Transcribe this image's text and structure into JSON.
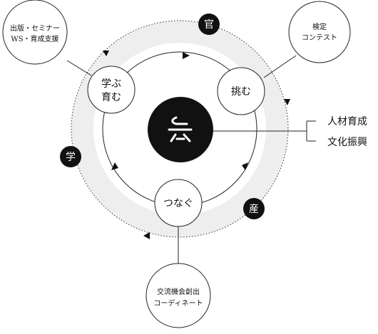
{
  "center": {
    "logo": "diagram-center-logo"
  },
  "nodes": {
    "learn": [
      "学ぶ",
      "育む"
    ],
    "challenge": "挑む",
    "connect": "つなぐ"
  },
  "satellites": {
    "publishing": [
      "出版・セミナー",
      "WS・育成支援"
    ],
    "contest": [
      "検定",
      "コンテスト"
    ],
    "exchange": [
      "交流機会創出",
      "コーディネート"
    ]
  },
  "sectors": {
    "government": "官",
    "academia": "学",
    "industry": "産"
  },
  "outcomes": [
    "人材育成",
    "文化振興"
  ],
  "colors": {
    "ring_fill": "#eeeeee",
    "dark": "#111111",
    "line": "#222222"
  }
}
